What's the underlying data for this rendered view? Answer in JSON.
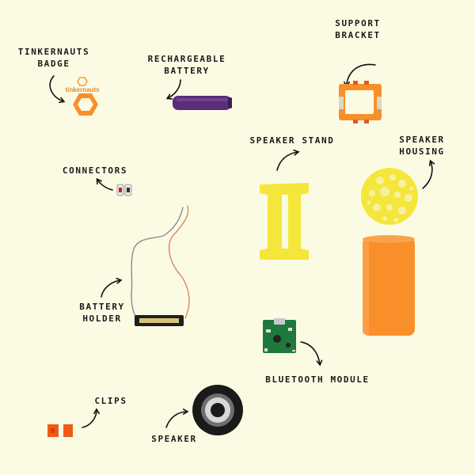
{
  "labels": {
    "badge": [
      "TINKERNAUTS",
      "BADGE"
    ],
    "battery": [
      "RECHARGEABLE",
      "BATTERY"
    ],
    "bracket": [
      "SUPPORT",
      "BRACKET"
    ],
    "stand": "SPEAKER STAND",
    "housing": [
      "SPEAKER",
      "HOUSING"
    ],
    "connectors": "CONNECTORS",
    "holder": [
      "BATTERY",
      "HOLDER"
    ],
    "bluetooth": "BLUETOOTH MODULE",
    "clips": "CLIPS",
    "speaker": "SPEAKER"
  },
  "badge_logo_text": "tinkernauts",
  "colors": {
    "background": "#fbfbe4",
    "orange": "#f98f2a",
    "yellow": "#f4e63a",
    "purple": "#5a2d7a",
    "pcb": "#1d7a3c",
    "clip": "#f05a14"
  },
  "icons": [
    "curved-arrow-icon"
  ]
}
